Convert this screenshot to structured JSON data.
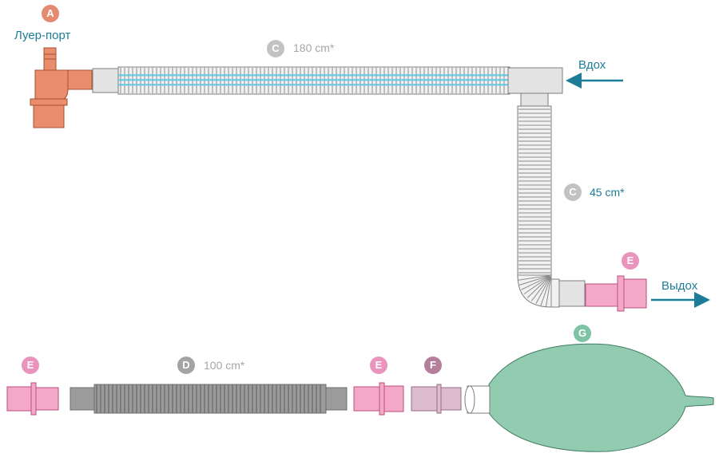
{
  "labels": {
    "luer_port": "Луер-порт",
    "inhale": "Вдох",
    "exhale": "Выдох",
    "length_main": "180 cm*",
    "length_short": "45 cm*",
    "length_hose": "100 cm*"
  },
  "badges": {
    "a": "A",
    "c_main": "C",
    "c_short": "C",
    "d": "D",
    "e_right": "E",
    "e_left": "E",
    "e_mid": "E",
    "f": "F",
    "g": "G"
  },
  "colors": {
    "teal": "#1d7c97",
    "label_gray": "#a6a6a6",
    "badge_orange": "#e48a70",
    "badge_gray": "#c2c2c2",
    "badge_dark_gray": "#a4a4a4",
    "badge_pink": "#e993bd",
    "badge_mauve": "#b57f9c",
    "badge_green": "#7dc3a4",
    "tube_gray": "#e3e3e3",
    "tube_stroke": "#7e7e7e",
    "blue_stripe": "#63c9e3",
    "pink_connector": "#f3a8c8",
    "pink_stroke": "#bb4f80",
    "mauve_connector": "#dcbccd",
    "orange_connector": "#ea8c6e",
    "orange_stroke": "#a4502f",
    "dark_tube": "#9b9b9b",
    "bag_green": "#91cbb0"
  }
}
